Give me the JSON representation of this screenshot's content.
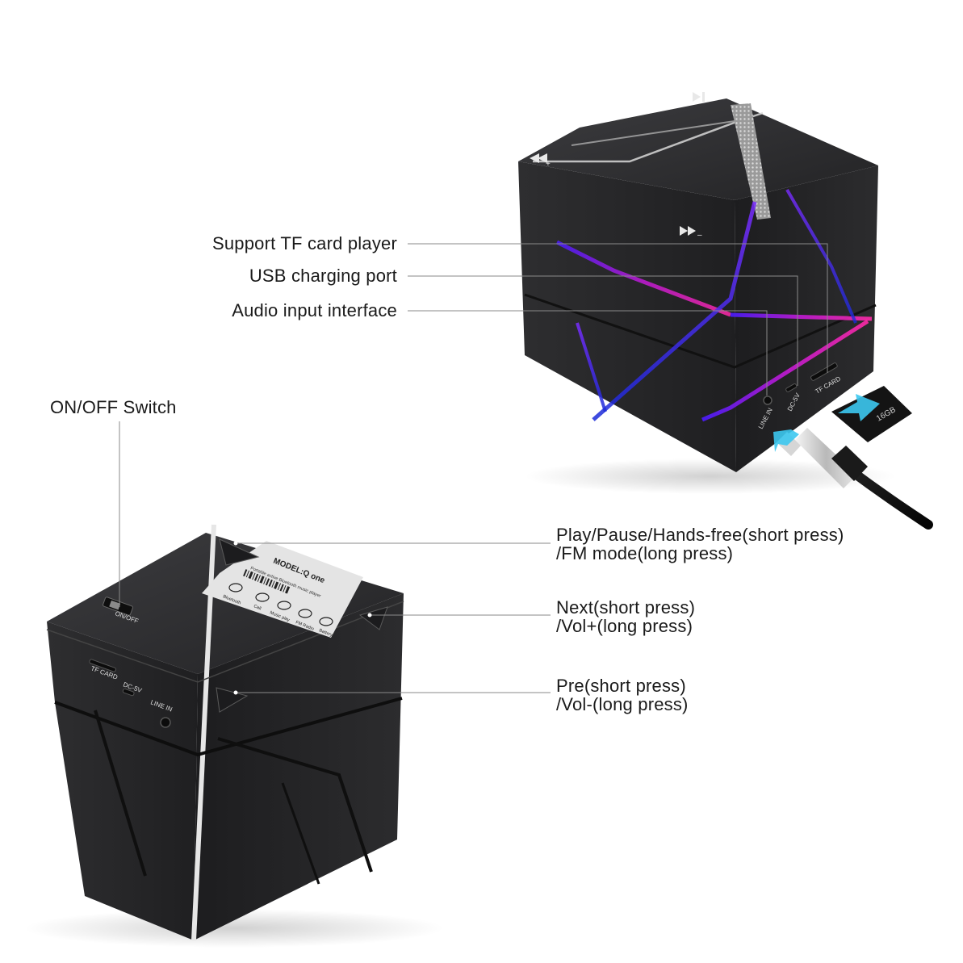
{
  "callouts": {
    "tf_card": "Support TF card player",
    "usb": "USB charging port",
    "audio": "Audio input interface",
    "switch": "ON/OFF Switch",
    "play_l1": "Play/Pause/Hands-free(short press)",
    "play_l2": "/FM mode(long press)",
    "next_l1": "Next(short press)",
    "next_l2": "/Vol+(long press)",
    "pre_l1": "Pre(short press)",
    "pre_l2": "/Vol-(long press)"
  },
  "speaker_top": {
    "port_line_in": "LINE IN",
    "port_dc": "DC-5V",
    "port_tf": "TF CARD",
    "card_capacity": "16GB"
  },
  "speaker_bottom": {
    "switch_label": "ON/OFF",
    "port_tf": "TF CARD",
    "port_dc": "DC-5V",
    "port_line_in": "LINE IN",
    "model": "MODEL:Q one",
    "subtitle": "Portable active Bluetooth music player",
    "modes": [
      "Bluetooth",
      "Call",
      "Music play",
      "FM Radio",
      "Battery"
    ]
  },
  "colors": {
    "leader_line": "#8a8a8a",
    "speaker_body": "#2b2b2d",
    "glow_purple": "#c21ad6",
    "glow_blue": "#2a2ad8",
    "arrow_cyan": "#3cc8f0"
  }
}
